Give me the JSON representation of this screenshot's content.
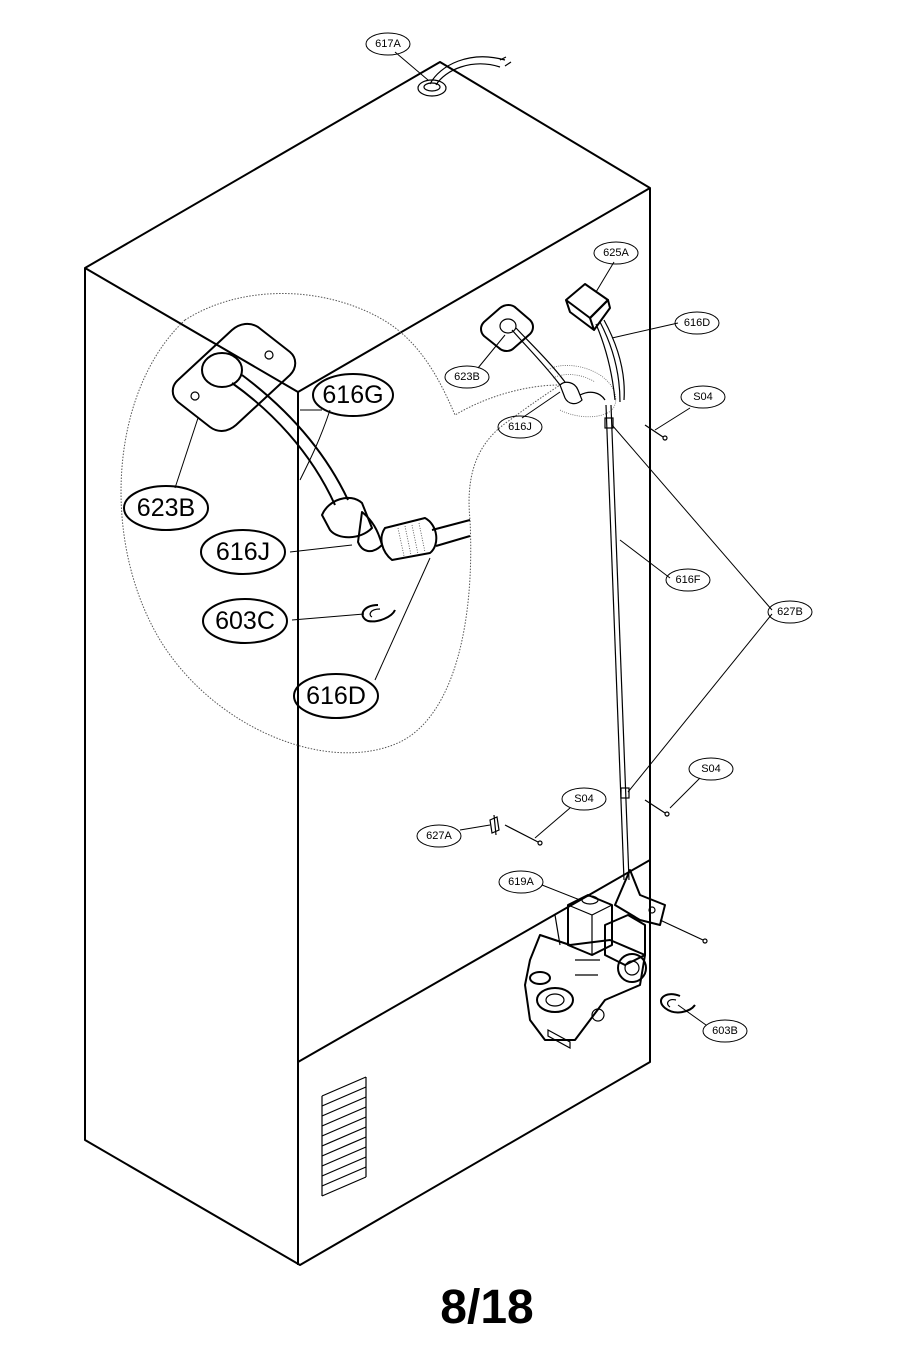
{
  "page_number": "8/18",
  "callouts": {
    "c617A": "617A",
    "c625A": "625A",
    "c616D_top": "616D",
    "c623B_small": "623B",
    "c616J_small": "616J",
    "cS04_top": "S04",
    "c616F": "616F",
    "c627B": "627B",
    "cS04_mid": "S04",
    "cS04_low": "S04",
    "c627A": "627A",
    "c619A": "619A",
    "c603B": "603B",
    "c616G": "616G",
    "c623B_large": "623B",
    "c616J_large": "616J",
    "c603C": "603C",
    "c616D_large": "616D"
  }
}
